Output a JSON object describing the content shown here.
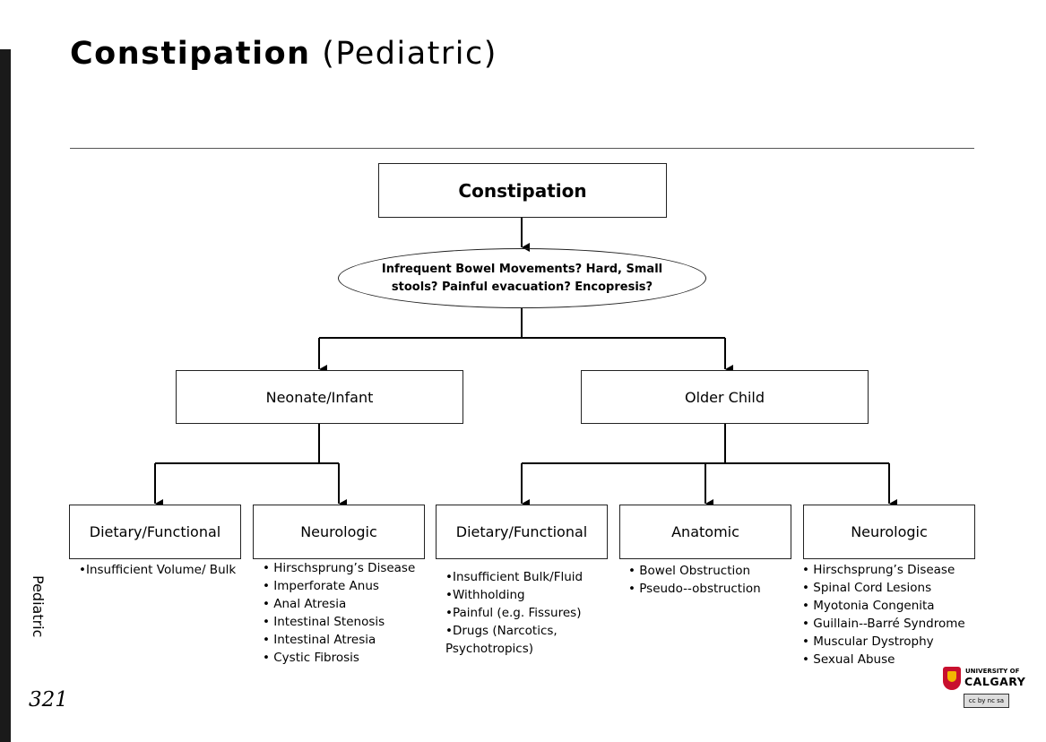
{
  "header": {
    "title_bold": "Constipation",
    "title_rest": "(Pediatric)"
  },
  "diagram": {
    "root": "Constipation",
    "question": "Infrequent Bowel Movements? Hard, Small stools? Painful evacuation? Encopresis?",
    "branches": [
      {
        "label": "Neonate/Infant",
        "children": [
          {
            "label": "Dietary/Functional",
            "items": [
              "•Insufficient Volume/ Bulk"
            ]
          },
          {
            "label": "Neurologic",
            "items": [
              "• Hirschsprung’s Disease",
              "• Imperforate Anus",
              "• Anal Atresia",
              "• Intestinal Stenosis",
              "• Intestinal Atresia",
              "• Cystic Fibrosis"
            ]
          }
        ]
      },
      {
        "label": "Older Child",
        "children": [
          {
            "label": "Dietary/Functional",
            "items": [
              "•Insufficient Bulk/Fluid",
              "•Withholding",
              "•Painful (e.g. Fissures)",
              "•Drugs (Narcotics, Psychotropics)"
            ]
          },
          {
            "label": "Anatomic",
            "items": [
              "• Bowel Obstruction",
              "• Pseudo--obstruction"
            ]
          },
          {
            "label": "Neurologic",
            "items": [
              "• Hirschsprung’s Disease",
              "• Spinal Cord Lesions",
              "• Myotonia Congenita",
              "• Guillain--Barré Syndrome",
              "• Muscular Dystrophy",
              "• Sexual Abuse"
            ]
          }
        ]
      }
    ]
  },
  "footer": {
    "section_label": "Pediatric",
    "page_number": "321",
    "logo_line1": "UNIVERSITY OF",
    "logo_line2": "CALGARY",
    "license_badge": "cc by nc sa"
  },
  "colors": {
    "text": "#000000",
    "border": "#222222",
    "sidebar": "#1a1a1a",
    "logo_red": "#c8102e",
    "logo_gold": "#f2b701"
  }
}
